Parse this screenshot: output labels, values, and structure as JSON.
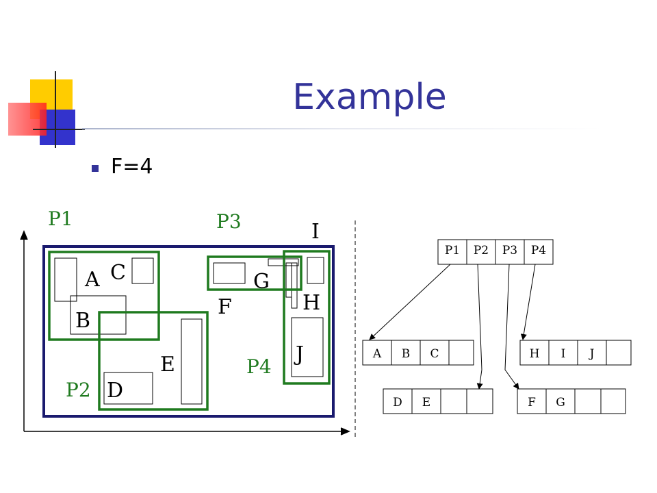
{
  "slide": {
    "title": "Example",
    "bullet": "F=4",
    "colors": {
      "title": "#333399",
      "region_border": "#1f7a1f",
      "frame_border": "#1a1a6e"
    }
  },
  "diagram": {
    "objects": {
      "A": "A",
      "B": "B",
      "C": "C",
      "D": "D",
      "E": "E",
      "F": "F",
      "G": "G",
      "H": "H",
      "I": "I",
      "J": "J"
    },
    "regions": {
      "P1": "P1",
      "P2": "P2",
      "P3": "P3",
      "P4": "P4"
    }
  },
  "tree": {
    "root": [
      "P1",
      "P2",
      "P3",
      "P4"
    ],
    "leaves": [
      {
        "name": "leaf-p1",
        "cells": [
          "A",
          "B",
          "C",
          ""
        ]
      },
      {
        "name": "leaf-p4",
        "cells": [
          "H",
          "I",
          "J",
          ""
        ]
      },
      {
        "name": "leaf-p2",
        "cells": [
          "D",
          "E",
          "",
          ""
        ]
      },
      {
        "name": "leaf-p3",
        "cells": [
          "F",
          "G",
          "",
          ""
        ]
      }
    ]
  }
}
